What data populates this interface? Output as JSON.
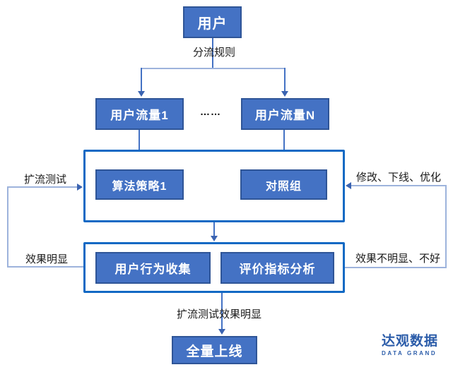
{
  "diagram": {
    "nodes": {
      "user": "用户",
      "flow1": "用户流量1",
      "flow_dots": "……",
      "flowN": "用户流量N",
      "strategy1": "算法策略1",
      "control_group": "对照组",
      "behavior_collect": "用户行为收集",
      "metric_analysis": "评价指标分析",
      "full_launch": "全量上线"
    },
    "edge_labels": {
      "split_rule": "分流规则",
      "expand_test": "扩流测试",
      "modify_offline_optimize": "修改、下线、优化",
      "effect_obvious": "效果明显",
      "effect_not_obvious": "效果不明显、不好",
      "expand_test_effect_obvious": "扩流测试效果明显"
    },
    "colors": {
      "node_fill": "#4472C4",
      "node_border": "#2F5597",
      "container_border": "#1269C4",
      "connector": "#4472C4",
      "connector_light": "#9DB3DC",
      "arrow": "#3A63B1",
      "label_text": "#1A1A1A",
      "logo_blue": "#2B5CA9"
    }
  },
  "logo": {
    "cn": "达观数据",
    "en": "DATA GRAND"
  }
}
